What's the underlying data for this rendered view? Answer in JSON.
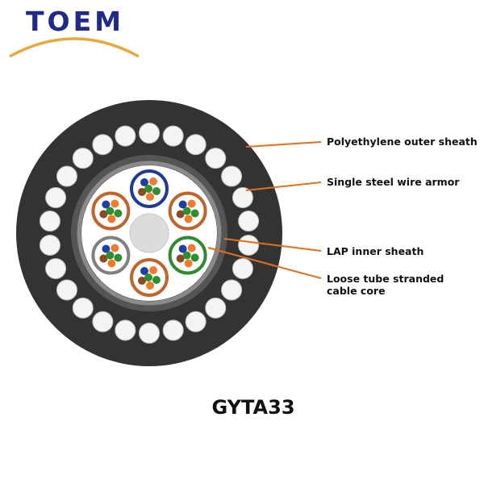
{
  "brand": {
    "name": "TOEM",
    "text_color": "#1f2a8a",
    "arc_color": "#e8a83a"
  },
  "model": "GYTA33",
  "callouts": [
    {
      "id": "outer-sheath",
      "label": "Polyethylene outer sheath"
    },
    {
      "id": "wire-armor",
      "label": "Single steel wire armor"
    },
    {
      "id": "inner-sheath",
      "label": "LAP inner sheath"
    },
    {
      "id": "tube-core",
      "label": "Loose tube stranded",
      "label_line2": "cable core"
    }
  ],
  "colors": {
    "leader_line": "#e07020",
    "outer_sheath": "#333333",
    "armor_wire": "#f4f4f4",
    "inner_sheath": "#555555",
    "tape_ring": "#8a8a8a",
    "core_fill": "#ffffff",
    "central_member": "#dcdcdc",
    "tube_blue": "#1e3a9a",
    "tube_orange": "#c0652a",
    "tube_gray": "#808080",
    "tube_green": "#2e8b2e",
    "fiber_orange": "#f07b2a",
    "fiber_blue": "#1c3fa8",
    "fiber_green": "#2f8f2f",
    "fiber_brown": "#8a4a22"
  },
  "tubes": [
    {
      "color": "tube_blue"
    },
    {
      "color": "tube_orange"
    },
    {
      "color": "tube_green"
    },
    {
      "color": "tube_orange"
    },
    {
      "color": "tube_gray"
    },
    {
      "color": "tube_orange"
    }
  ]
}
